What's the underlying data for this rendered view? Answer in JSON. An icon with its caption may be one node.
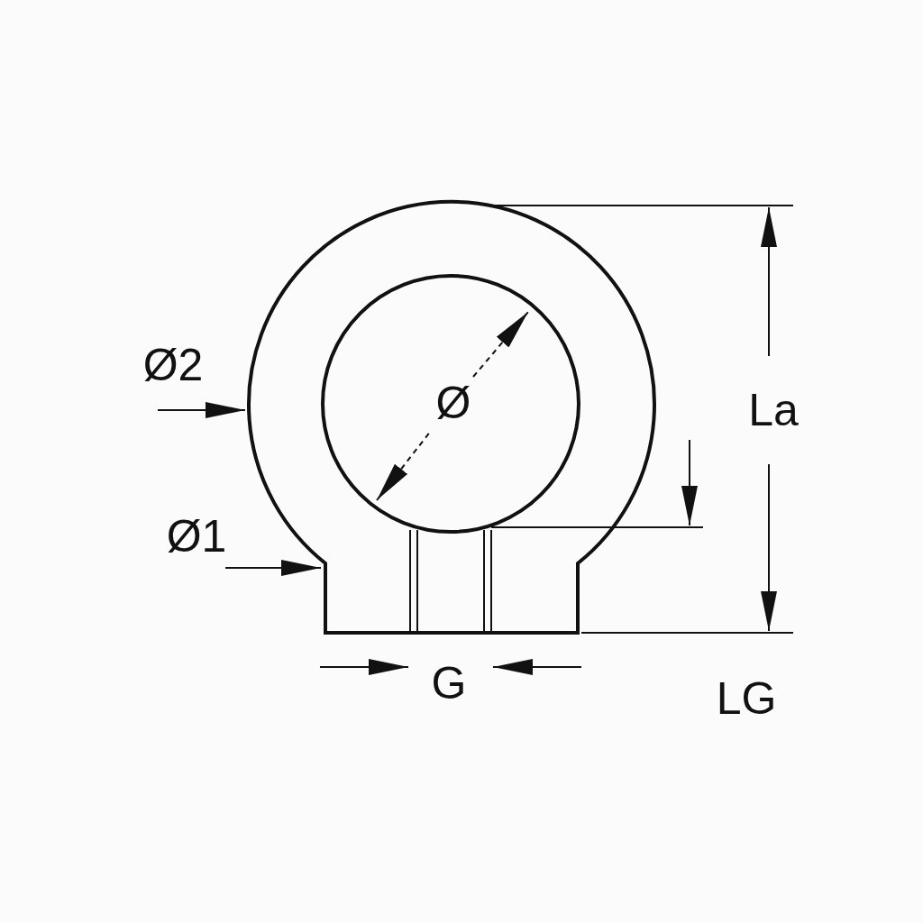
{
  "diagram": {
    "labels": [
      "Ø2",
      "Ø",
      "La",
      "Ø1",
      "G",
      "LG"
    ]
  }
}
